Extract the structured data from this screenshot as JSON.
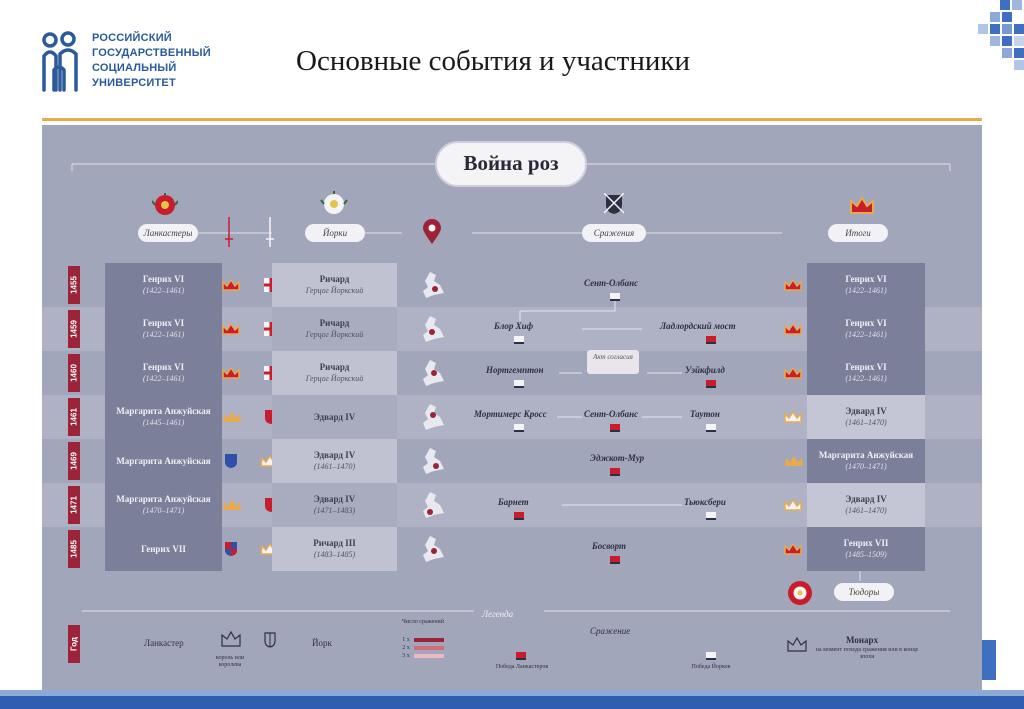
{
  "header": {
    "logo_lines": [
      "РОССИЙСКИЙ",
      "ГОСУДАРСТВЕННЫЙ",
      "СОЦИАЛЬНЫЙ",
      "УНИВЕРСИТЕТ"
    ],
    "title": "Основные события и участники"
  },
  "infographic": {
    "banner": "Война роз",
    "columns": {
      "lancaster": "Ланкастеры",
      "york": "Йорки",
      "battles": "Сражения",
      "results": "Итоги"
    },
    "rows": [
      {
        "year": "1455",
        "lancaster": {
          "name": "Генрих VI",
          "sub": "(1422–1461)"
        },
        "york": {
          "name": "Ричард",
          "sub": "Герцог Йоркский"
        },
        "battles": [
          "Сент-Олбанс"
        ],
        "result": {
          "name": "Генрих VI",
          "sub": "(1422–1461)"
        }
      },
      {
        "year": "1459",
        "lancaster": {
          "name": "Генрих VI",
          "sub": "(1422–1461)"
        },
        "york": {
          "name": "Ричард",
          "sub": "Герцог Йоркский"
        },
        "battles": [
          "Блор Хиф",
          "Ладлордский мост"
        ],
        "result": {
          "name": "Генрих VI",
          "sub": "(1422–1461)"
        }
      },
      {
        "year": "1460",
        "lancaster": {
          "name": "Генрих VI",
          "sub": "(1422–1461)"
        },
        "york": {
          "name": "Ричард",
          "sub": "Герцог Йоркский"
        },
        "battles": [
          "Нортгемптон",
          "Уэйкфилд"
        ],
        "note": "Акт согласия",
        "result": {
          "name": "Генрих VI",
          "sub": "(1422–1461)"
        }
      },
      {
        "year": "1461",
        "lancaster": {
          "name": "Маргарита Анжуйская",
          "sub": "(1445–1461)"
        },
        "york": {
          "name": "Эдвард IV",
          "sub": ""
        },
        "battles": [
          "Мортимерс Кросс",
          "Сент-Олбанс",
          "Таутон"
        ],
        "result": {
          "name": "Эдвард IV",
          "sub": "(1461–1470)"
        }
      },
      {
        "year": "1469",
        "lancaster": {
          "name": "Маргарита Анжуйская",
          "sub": ""
        },
        "york": {
          "name": "Эдвард IV",
          "sub": "(1461–1470)"
        },
        "battles": [
          "Эджкот-Мур"
        ],
        "result": {
          "name": "Маргарита Анжуйская",
          "sub": "(1470–1471)"
        }
      },
      {
        "year": "1471",
        "lancaster": {
          "name": "Маргарита Анжуйская",
          "sub": "(1470–1471)"
        },
        "york": {
          "name": "Эдвард IV",
          "sub": "(1471–1483)"
        },
        "battles": [
          "Барнет",
          "Тьюксбери"
        ],
        "result": {
          "name": "Эдвард IV",
          "sub": "(1461–1470)"
        }
      },
      {
        "year": "1485",
        "lancaster": {
          "name": "Генрих VII",
          "sub": ""
        },
        "york": {
          "name": "Ричард III",
          "sub": "(1483–1485)"
        },
        "battles": [
          "Босворт"
        ],
        "result": {
          "name": "Генрих VII",
          "sub": "(1485–1509)"
        }
      }
    ],
    "tudor_label": "Тюдоры",
    "legend": {
      "title": "Легенда",
      "year_label": "Год",
      "lancaster": "Ланкастер",
      "york": "Йорк",
      "crown_caption": "король или королева",
      "battle_title": "Сражение",
      "lancaster_win": "Победа Ланкастеров",
      "york_win": "Победа Йорков",
      "monarch": "Монарх",
      "monarch_sub": "на момент похода сражения или в конце эпохи",
      "number_label": "Число сражений",
      "bars": [
        "1 х",
        "2 х",
        "3 х"
      ]
    }
  },
  "colors": {
    "lancaster_red": "#c81d2a",
    "york_white": "#f4f4f6",
    "year_tab": "#9d2339",
    "panel": "#a2a6bb",
    "accent_orange": "#e9a94e",
    "brand_blue": "#2b5a9c"
  }
}
